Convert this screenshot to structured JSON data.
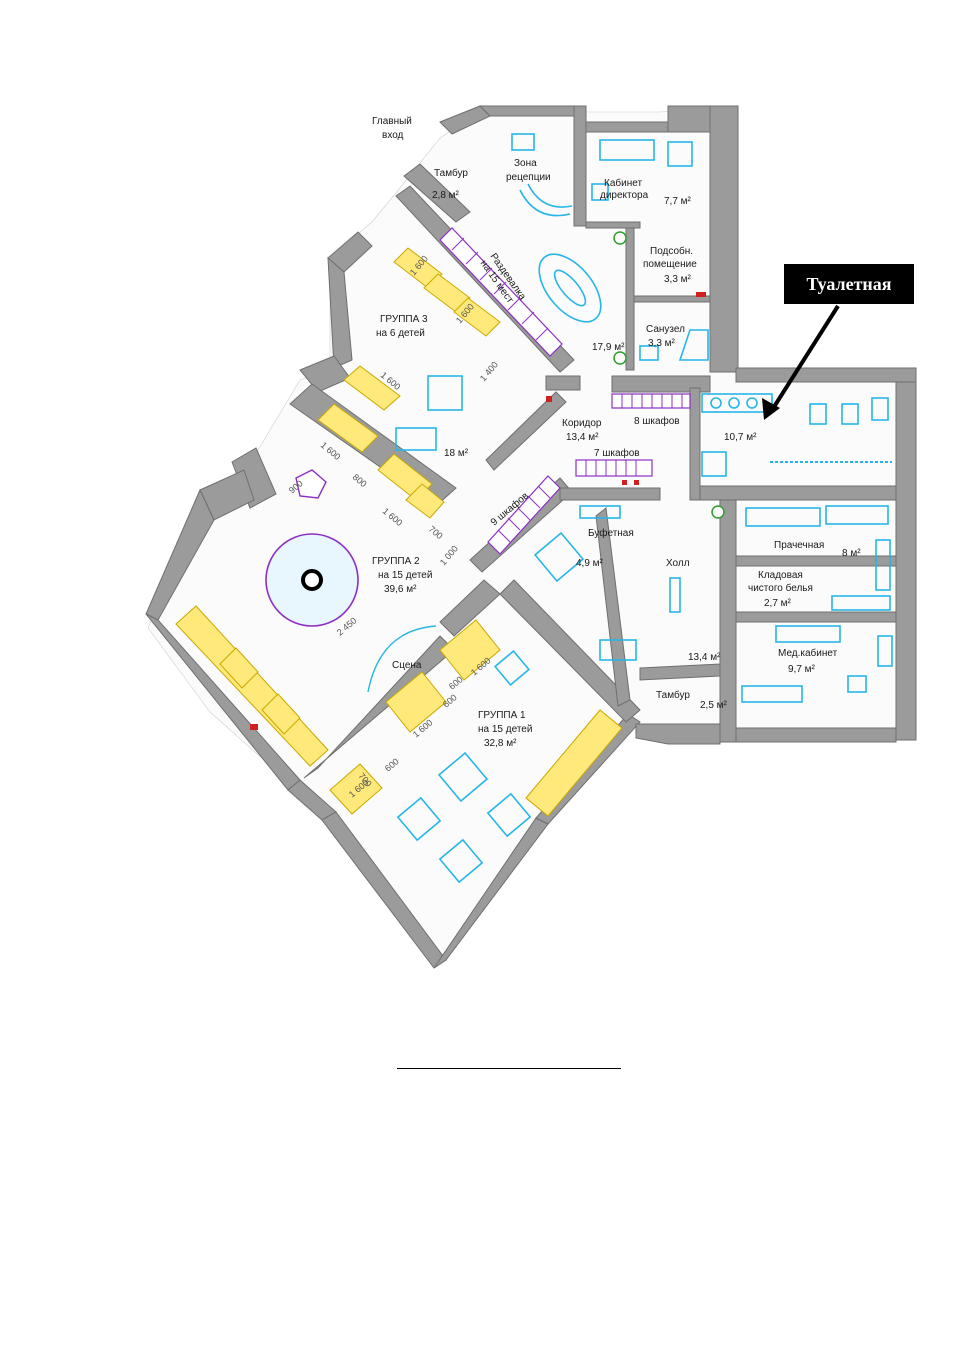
{
  "callout": {
    "label": "Туалетная"
  },
  "rooms": {
    "main_entrance": [
      "Главный",
      "вход"
    ],
    "tambur_top": {
      "name": "Тамбур",
      "area": "2,8 м²"
    },
    "reception": [
      "Зона",
      "рецепции"
    ],
    "director": {
      "name": [
        "Кабинет",
        "директора"
      ],
      "area": "7,7 м²"
    },
    "utility": {
      "name": [
        "Подсобн.",
        "помещение"
      ],
      "area": "3,3 м²"
    },
    "bathroom": {
      "name": "Санузел",
      "area": "3,3 м²"
    },
    "cloakroom": {
      "name": [
        "Раздевалка",
        "на 15 мест"
      ],
      "area": "17,9 м²"
    },
    "group3": {
      "name": [
        "ГРУППА 3",
        "на 6 детей"
      ],
      "area": "18 м²"
    },
    "corridor": {
      "name": "Коридор",
      "area": "13,4 м²"
    },
    "lockers8": "8 шкафов",
    "lockers7": "7 шкафов",
    "lockers9": "9 шкафов",
    "toilet": {
      "area": "10,7 м²"
    },
    "group2": {
      "name": [
        "ГРУППА 2",
        "на 15 детей"
      ],
      "area": "39,6 м²"
    },
    "buffet": {
      "name": "Буфетная",
      "area": "4,9 м²"
    },
    "hall": {
      "name": "Холл",
      "area": "13,4 м²"
    },
    "laundry": {
      "name": "Прачечная",
      "area": "8 м²"
    },
    "linen": {
      "name": [
        "Кладовая",
        "чистого белья"
      ],
      "area": "2,7 м²"
    },
    "stage": "Сцена",
    "medical": {
      "name": "Мед.кабинет",
      "area": "9,7 м²"
    },
    "tambur_bottom": {
      "name": "Тамбур",
      "area": "2,5 м²"
    },
    "group1": {
      "name": [
        "ГРУППА 1",
        "на 15 детей"
      ],
      "area": "32,8 м²"
    }
  },
  "dimensions": {
    "g3": [
      "1 600",
      "1 600",
      "1 600",
      "1 400"
    ],
    "g2": [
      "1 600",
      "800",
      "1 600",
      "700",
      "2 450",
      "1 000",
      "900"
    ],
    "g1": [
      "1 600",
      "600",
      "1 600",
      "600",
      "700",
      "1 600",
      "600"
    ]
  }
}
